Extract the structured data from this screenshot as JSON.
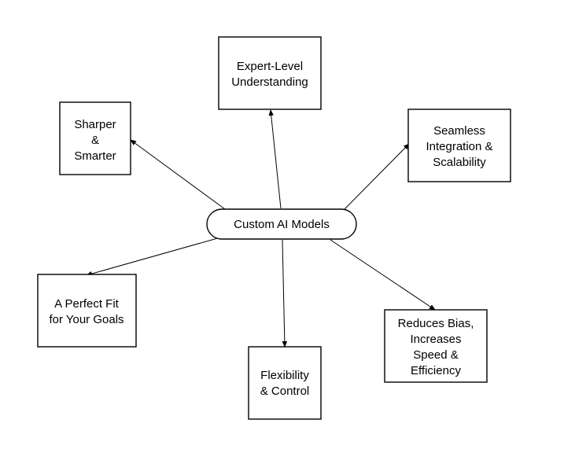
{
  "diagram": {
    "center": {
      "label": "Custom AI Models"
    },
    "nodes": [
      {
        "id": "expert",
        "lines": [
          "Expert-Level",
          "Understanding"
        ]
      },
      {
        "id": "sharper",
        "lines": [
          "Sharper",
          "&",
          "Smarter"
        ]
      },
      {
        "id": "seamless",
        "lines": [
          "Seamless",
          "Integration &",
          "Scalability"
        ]
      },
      {
        "id": "perfect-fit",
        "lines": [
          "A Perfect Fit",
          "for Your Goals"
        ]
      },
      {
        "id": "reduces-bias",
        "lines": [
          "Reduces Bias,",
          "Increases",
          "Speed &",
          "Efficiency"
        ]
      },
      {
        "id": "flexibility",
        "lines": [
          "Flexibility",
          "& Control"
        ]
      }
    ]
  }
}
